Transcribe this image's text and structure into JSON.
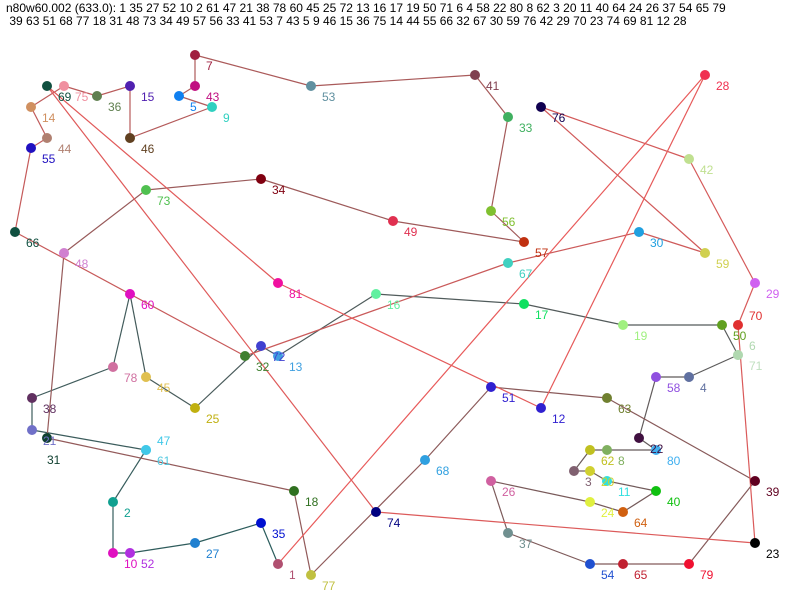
{
  "header": {
    "line1": "n80w60.002 (633.0): 1 35 27 52 10 2 61 47 21 38 78 60 45 25 72 13 16 17 19 50 71 6 4 58 22 80 8 62 3 20 11 40 64 24 26 37 54 65 79",
    "line2": " 39 63 51 68 77 18 31 48 73 34 49 57 56 33 41 53 7 43 5 9 46 15 36 75 14 44 55 66 32 67 30 59 76 42 29 70 23 74 69 81 12 28"
  },
  "tour": [
    1,
    35,
    27,
    52,
    10,
    2,
    61,
    47,
    21,
    38,
    78,
    60,
    45,
    25,
    72,
    13,
    16,
    17,
    19,
    50,
    71,
    6,
    4,
    58,
    22,
    80,
    8,
    62,
    3,
    20,
    11,
    40,
    64,
    24,
    26,
    37,
    54,
    65,
    79,
    39,
    63,
    51,
    68,
    77,
    18,
    31,
    48,
    73,
    34,
    49,
    57,
    56,
    33,
    41,
    53,
    7,
    43,
    5,
    9,
    46,
    15,
    36,
    75,
    14,
    44,
    55,
    66,
    32,
    67,
    30,
    59,
    76,
    42,
    29,
    70,
    23,
    74,
    69,
    81,
    12,
    28
  ],
  "edge_colors": {
    "start": "#2a5c5c",
    "middle": "#8a5a5a",
    "end": "#e85a5a"
  },
  "nodes": [
    {
      "label": "1",
      "color": "#b05070"
    },
    {
      "label": "35",
      "color": "#0010d0"
    },
    {
      "label": "27",
      "color": "#2080d0"
    },
    {
      "label": "52",
      "color": "#b030e0"
    },
    {
      "label": "10",
      "color": "#e010c0"
    },
    {
      "label": "2",
      "color": "#10a090"
    },
    {
      "label": "61",
      "color": "#50c8e0"
    },
    {
      "label": "47",
      "color": "#40c8e8"
    },
    {
      "label": "21",
      "color": "#7070c8"
    },
    {
      "label": "38",
      "color": "#603060"
    },
    {
      "label": "78",
      "color": "#d070a0"
    },
    {
      "label": "60",
      "color": "#e010c0"
    },
    {
      "label": "45",
      "color": "#e0c050"
    },
    {
      "label": "25",
      "color": "#c0b010"
    },
    {
      "label": "72",
      "color": "#4040d0"
    },
    {
      "label": "13",
      "color": "#40a0e0"
    },
    {
      "label": "16",
      "color": "#60f0a0"
    },
    {
      "label": "17",
      "color": "#10e060"
    },
    {
      "label": "19",
      "color": "#a0f080"
    },
    {
      "label": "50",
      "color": "#60a020"
    },
    {
      "label": "71",
      "color": "#c0e0c0"
    },
    {
      "label": "6",
      "color": "#b0d8b0"
    },
    {
      "label": "4",
      "color": "#6070a0"
    },
    {
      "label": "58",
      "color": "#9050e0"
    },
    {
      "label": "22",
      "color": "#401040"
    },
    {
      "label": "80",
      "color": "#40b0f0"
    },
    {
      "label": "8",
      "color": "#80b060"
    },
    {
      "label": "62",
      "color": "#c0c020"
    },
    {
      "label": "3",
      "color": "#806070"
    },
    {
      "label": "20",
      "color": "#d0d030"
    },
    {
      "label": "11",
      "color": "#30e0e0"
    },
    {
      "label": "40",
      "color": "#10c010"
    },
    {
      "label": "64",
      "color": "#d06010"
    },
    {
      "label": "24",
      "color": "#e0f040"
    },
    {
      "label": "26",
      "color": "#d060a0"
    },
    {
      "label": "37",
      "color": "#709090"
    },
    {
      "label": "54",
      "color": "#2050d0"
    },
    {
      "label": "65",
      "color": "#c02030"
    },
    {
      "label": "79",
      "color": "#f01030"
    },
    {
      "label": "39",
      "color": "#600020"
    },
    {
      "label": "63",
      "color": "#708030"
    },
    {
      "label": "51",
      "color": "#3020d0"
    },
    {
      "label": "68",
      "color": "#30a0e0"
    },
    {
      "label": "77",
      "color": "#c0c040"
    },
    {
      "label": "18",
      "color": "#307020"
    },
    {
      "label": "31",
      "color": "#104030"
    },
    {
      "label": "48",
      "color": "#d080d0"
    },
    {
      "label": "73",
      "color": "#50c050"
    },
    {
      "label": "34",
      "color": "#800010"
    },
    {
      "label": "49",
      "color": "#e03050"
    },
    {
      "label": "57",
      "color": "#c03010"
    },
    {
      "label": "56",
      "color": "#80c030"
    },
    {
      "label": "33",
      "color": "#40b060"
    },
    {
      "label": "41",
      "color": "#804050"
    },
    {
      "label": "53",
      "color": "#6090a0"
    },
    {
      "label": "7",
      "color": "#a02040"
    },
    {
      "label": "43",
      "color": "#c01080"
    },
    {
      "label": "5",
      "color": "#1080f0"
    },
    {
      "label": "9",
      "color": "#30d0c0"
    },
    {
      "label": "46",
      "color": "#604020"
    },
    {
      "label": "15",
      "color": "#5020b0"
    },
    {
      "label": "36",
      "color": "#608050"
    },
    {
      "label": "75",
      "color": "#f090a0"
    },
    {
      "label": "14",
      "color": "#d09060"
    },
    {
      "label": "44",
      "color": "#b08070"
    },
    {
      "label": "55",
      "color": "#2010c0"
    },
    {
      "label": "66",
      "color": "#105040"
    },
    {
      "label": "32",
      "color": "#408030"
    },
    {
      "label": "67",
      "color": "#40d0c0"
    },
    {
      "label": "30",
      "color": "#20a0e0"
    },
    {
      "label": "59",
      "color": "#d0d050"
    },
    {
      "label": "76",
      "color": "#100050"
    },
    {
      "label": "42",
      "color": "#c0e090"
    },
    {
      "label": "29",
      "color": "#d060f0"
    },
    {
      "label": "70",
      "color": "#e03030"
    },
    {
      "label": "23",
      "color": "#000000"
    },
    {
      "label": "74",
      "color": "#000080"
    },
    {
      "label": "69",
      "color": "#105040"
    },
    {
      "label": "81",
      "color": "#f010a0"
    },
    {
      "label": "12",
      "color": "#3020d0"
    },
    {
      "label": "28",
      "color": "#f03050"
    }
  ]
}
